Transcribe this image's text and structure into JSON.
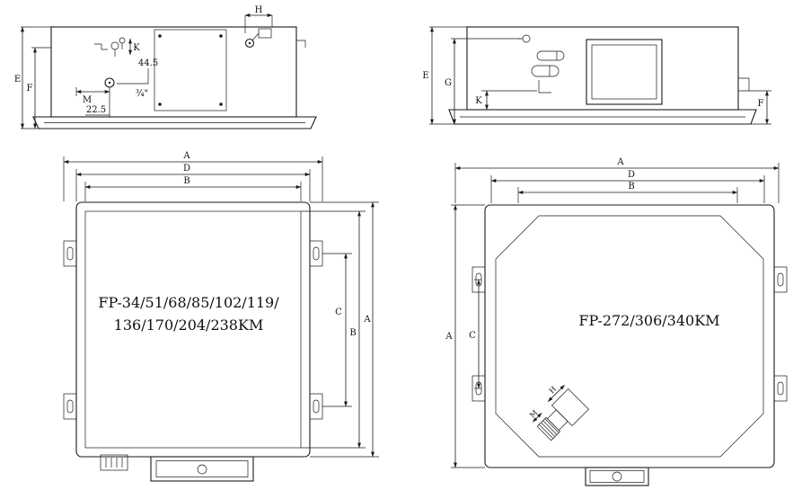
{
  "page": {
    "background": "#ffffff",
    "line_color": "#1a1a1a"
  },
  "top_left_view": {
    "dims": {
      "E": "E",
      "F": "F",
      "M": "M",
      "K": "K",
      "H": "H",
      "d445": "44.5",
      "d225": "22.5",
      "pipe": "¾\""
    }
  },
  "top_right_view": {
    "dims": {
      "E": "E",
      "G": "G",
      "K": "K",
      "F": "F"
    }
  },
  "bottom_left_view": {
    "model_line1": "FP-34/51/68/85/102/119/",
    "model_line2": "136/170/204/238KM",
    "dims": {
      "A_top": "A",
      "D": "D",
      "B_top": "B",
      "C": "C",
      "B_right": "B",
      "A_right": "A"
    }
  },
  "bottom_right_view": {
    "model": "FP-272/306/340KM",
    "dims": {
      "A_top": "A",
      "D": "D",
      "B_top": "B",
      "A_left": "A",
      "C": "C",
      "M": "M",
      "H": "H"
    }
  }
}
